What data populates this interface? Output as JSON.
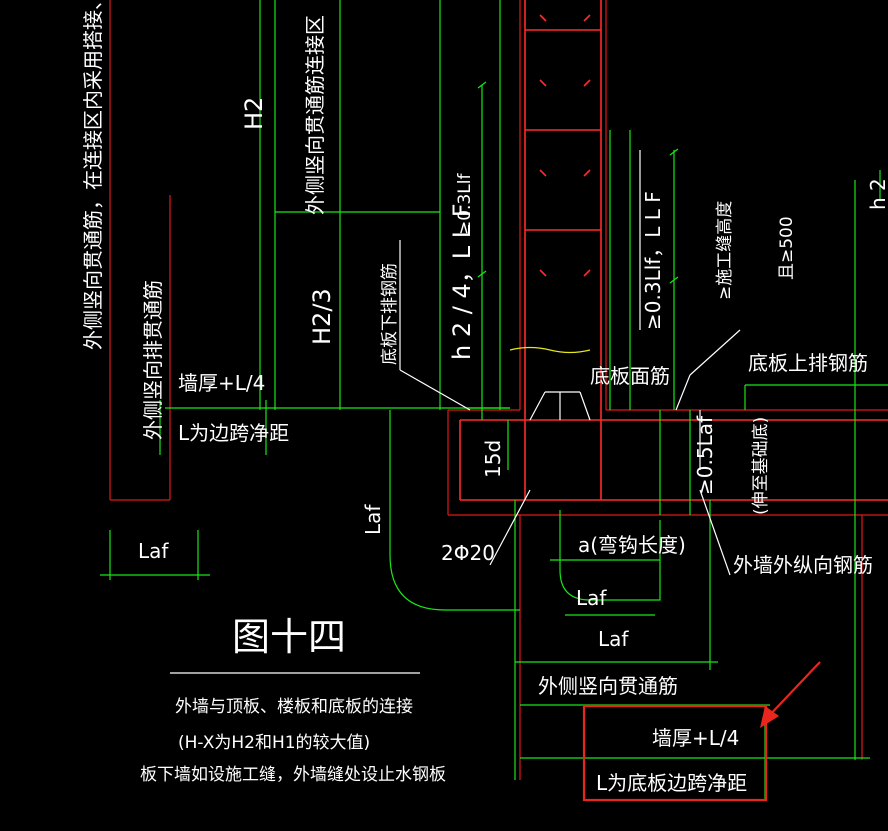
{
  "labels": {
    "left_vertical_note": "外侧竖向贯通筋，在连接区内采用搭接、机械连接",
    "left_vertical_rebar": "外侧竖向排贯通筋",
    "wall_thickness_left": "墙厚+L/4",
    "edge_span_left": "L为边跨净距",
    "h2": "H2",
    "h2_third": "H2/3",
    "connection_zone": "外侧竖向贯通筋连接区",
    "h_quarter": "h 2 / 4，L L F",
    "slab_bottom_bar": "底板下排钢筋",
    "lap_315": "≥0.3Llf",
    "lap_315_right": "≥0.3Llf，L L F",
    "construction_joint": "≥施工缝高度",
    "construction_joint_2": "且≥500",
    "slab_face_bar": "底板面筋",
    "slab_top_bar": "底板上排钢筋",
    "d15": "15d",
    "half_laf": "≥0.5Laf",
    "into_base": "(伸至基础底)",
    "laf_left": "Laf",
    "laf_vertical": "Laf",
    "bar_2phi20": "2Φ20",
    "hook_length": "a(弯钩长度)",
    "laf_bottom1": "Laf",
    "laf_bottom2": "Laf",
    "outer_long_bar": "外墙外纵向钢筋",
    "figure_title": "图十四",
    "caption_line1": "外墙与顶板、楼板和底板的连接",
    "caption_line2": "(H-X为H2和H1的较大值)",
    "caption_line3": "板下墙如设施工缝，外墙缝处设止水钢板",
    "outer_vertical_bar": "外侧竖向贯通筋",
    "wall_thickness_right": "墙厚+L/4",
    "edge_span_right": "L为底板边跨净距",
    "far_right_partial": "h 2"
  },
  "colors": {
    "background": "#000000",
    "dimension": "#19e619",
    "concrete": "#e01818",
    "text": "#ffffff",
    "highlight": "#e8261e"
  }
}
